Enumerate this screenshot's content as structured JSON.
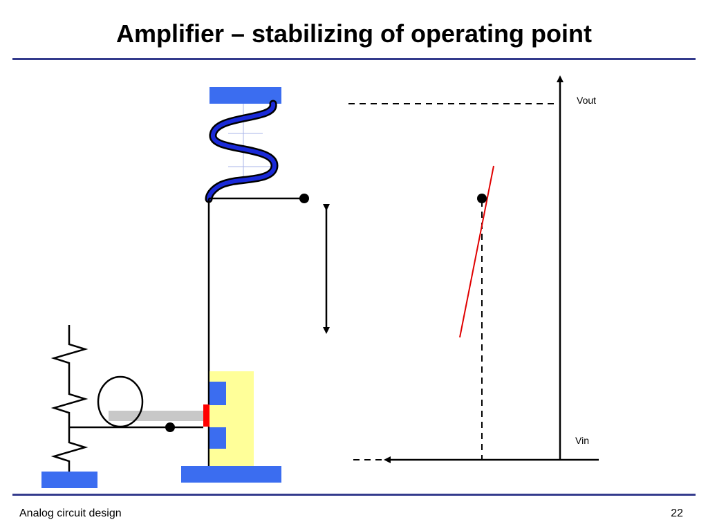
{
  "title": "Amplifier – stabilizing of operating point",
  "footer": {
    "left": "Analog circuit design",
    "page": "22"
  },
  "graph": {
    "y_axis_label": "Vout",
    "x_axis_label": "Vin"
  },
  "colors": {
    "rule": "#333a8c",
    "plate": "#3b6df0",
    "spring": "#1a2ad8",
    "gate_region": "#ffff99",
    "gate_contact": "#ff0000",
    "lever": "#c8c8c8",
    "curve": "#e00000"
  }
}
